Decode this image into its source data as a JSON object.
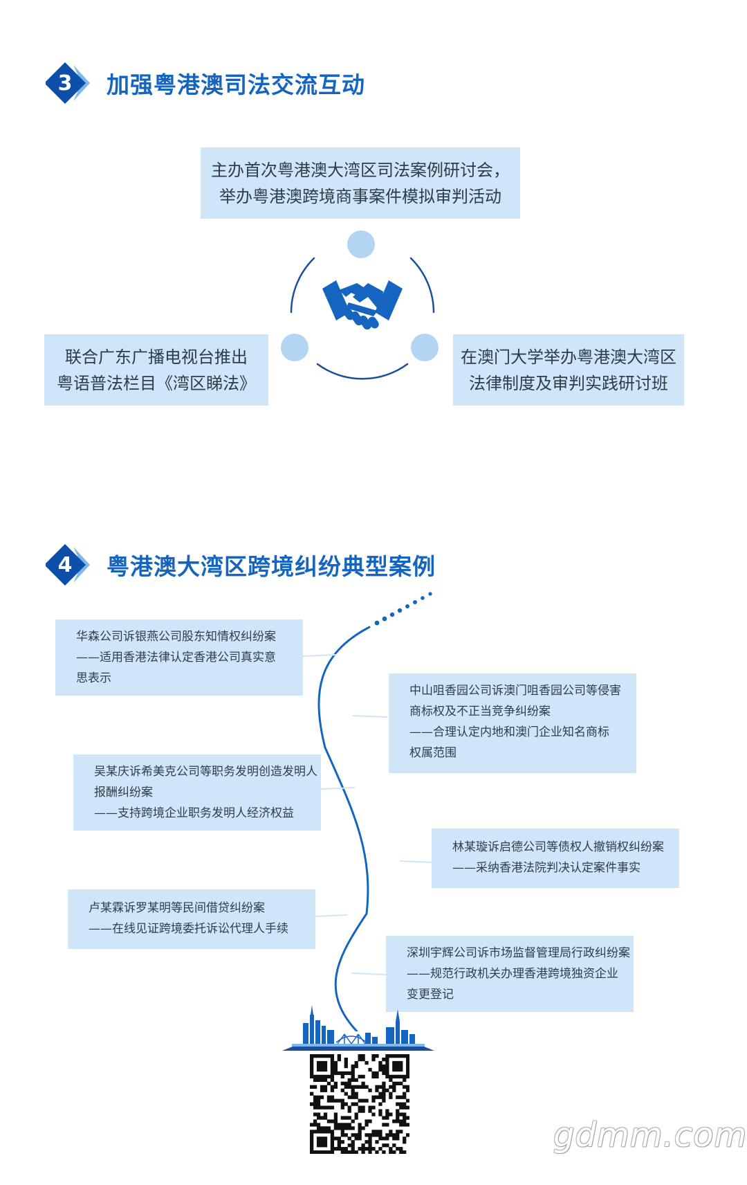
{
  "section3": {
    "number": "3",
    "title": "加强粤港澳司法交流互动",
    "top_box": [
      "主办首次粤港澳大湾区司法案例研讨会，",
      "举办粤港澳跨境商事案件模拟审判活动"
    ],
    "left_box": [
      "联合广东广播电视台推出",
      "粤语普法栏目《湾区睇法》"
    ],
    "right_box": [
      "在澳门大学举办粤港澳大湾区",
      "法律制度及审判实践研讨班"
    ]
  },
  "section4": {
    "number": "4",
    "title": "粤港澳大湾区跨境纠纷典型案例",
    "cases": [
      [
        "华森公司诉银燕公司股东知情权纠纷案",
        "——适用香港法律认定香港公司真实意",
        "思表示"
      ],
      [
        "中山咀香园公司诉澳门咀香园公司等侵害",
        "商标权及不正当竞争纠纷案",
        "——合理认定内地和澳门企业知名商标",
        "权属范围"
      ],
      [
        "吴某庆诉希美克公司等职务发明创造发明人",
        "报酬纠纷案",
        "——支持跨境企业职务发明人经济权益"
      ],
      [
        "林某璇诉启德公司等债权人撤销权纠纷案",
        "——采纳香港法院判决认定案件事实"
      ],
      [
        "卢某霖诉罗某明等民间借贷纠纷案",
        "——在线见证跨境委托诉讼代理人手续"
      ],
      [
        "深圳宇辉公司诉市场监督管理局行政纠纷案",
        "——规范行政机关办理香港跨境独资企业",
        "变更登记"
      ]
    ]
  },
  "watermark": "gdmm.com",
  "icons": [
    "handshake-icon",
    "skyline-icon",
    "qr-code"
  ],
  "colors": {
    "accent": "#1565c0",
    "box": "#cfe5f8",
    "dot": "#b3d5f3"
  }
}
